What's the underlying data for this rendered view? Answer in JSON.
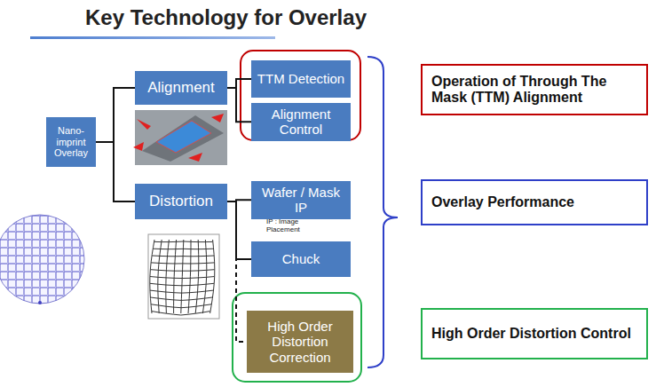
{
  "diagram": {
    "title": "Key Technology for Overlay",
    "nodes": [
      {
        "text": [
          "Nano-imprint Overlay"
        ]
      },
      {
        "text": [
          "Alignment"
        ]
      },
      {
        "text": [
          "TTM Detection"
        ]
      },
      {
        "text": [
          "Alignment Control"
        ]
      },
      {
        "text": [
          "Distortion"
        ]
      },
      {
        "text": [
          "Wafer / Mask IP"
        ]
      },
      {
        "text": [
          "Chuck"
        ]
      },
      {
        "text": [
          "High Order Distortion Correction"
        ]
      },
      {
        "text": [
          "Operation of Through The Mask (TTM) Alignment"
        ]
      },
      {
        "text": [
          "Overlay Performance"
        ]
      },
      {
        "text": [
          "High Order Distortion Control"
        ]
      }
    ],
    "edges": [
      {
        "from": 0,
        "to": 1,
        "arrow": "none"
      },
      {
        "from": 0,
        "to": 4,
        "arrow": "none"
      },
      {
        "from": 1,
        "to": 2,
        "arrow": "none"
      },
      {
        "from": 1,
        "to": 3,
        "arrow": "none"
      },
      {
        "from": 4,
        "to": 5,
        "arrow": "none"
      },
      {
        "from": 4,
        "to": 6,
        "arrow": "none"
      },
      {
        "from": 4,
        "to": 7,
        "arrow": "none"
      }
    ],
    "labels": [
      "IP : Image Placement"
    ]
  }
}
